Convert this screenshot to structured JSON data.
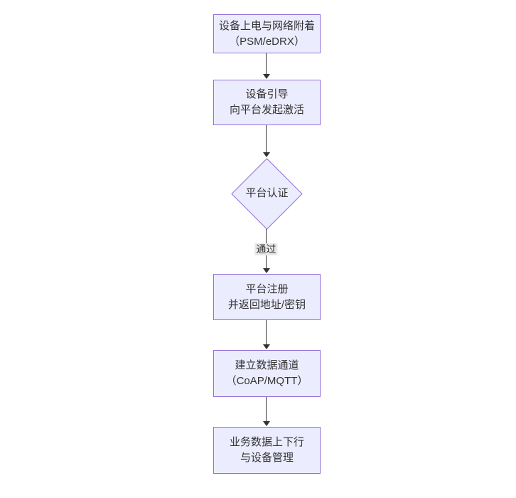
{
  "diagram": {
    "type": "flowchart",
    "direction": "top-down",
    "colors": {
      "node_fill": "#ECECFF",
      "node_border": "#9370DB",
      "text_color": "#333333",
      "arrow_color": "#333333",
      "edge_label_bg": "#e8e8e8",
      "canvas_bg": "#ffffff"
    },
    "nodes": [
      {
        "id": "power-attach",
        "shape": "rect",
        "lines": [
          "设备上电与网络附着",
          "（PSM/eDRX）"
        ]
      },
      {
        "id": "bootstrap",
        "shape": "rect",
        "lines": [
          "设备引导",
          "向平台发起激活"
        ]
      },
      {
        "id": "platform-auth",
        "shape": "diamond",
        "lines": [
          "平台认证"
        ]
      },
      {
        "id": "register",
        "shape": "rect",
        "lines": [
          "平台注册",
          "并返回地址/密钥"
        ]
      },
      {
        "id": "data-channel",
        "shape": "rect",
        "lines": [
          "建立数据通道",
          "（CoAP/MQTT）"
        ]
      },
      {
        "id": "business",
        "shape": "rect",
        "lines": [
          "业务数据上下行",
          "与设备管理"
        ]
      }
    ],
    "edges": [
      {
        "from": "power-attach",
        "to": "bootstrap",
        "label": ""
      },
      {
        "from": "bootstrap",
        "to": "platform-auth",
        "label": ""
      },
      {
        "from": "platform-auth",
        "to": "register",
        "label": "通过"
      },
      {
        "from": "register",
        "to": "data-channel",
        "label": ""
      },
      {
        "from": "data-channel",
        "to": "business",
        "label": ""
      }
    ]
  }
}
